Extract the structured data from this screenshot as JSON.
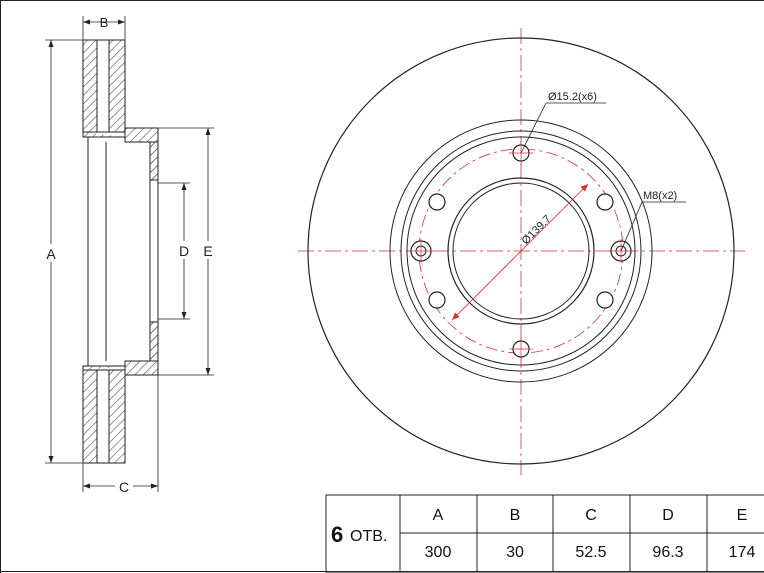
{
  "side_view": {
    "label_a": "A",
    "label_b": "B",
    "label_c": "C",
    "label_d": "D",
    "label_e": "E"
  },
  "front_view": {
    "hole_callout": "Ø15.2(x6)",
    "thread_callout": "M8(x2)",
    "pcd_callout": "Ø139.7"
  },
  "spec_table": {
    "holes_count": "6",
    "holes_unit": "ОТВ.",
    "headers": [
      "A",
      "B",
      "C",
      "D",
      "E"
    ],
    "values": [
      "300",
      "30",
      "52.5",
      "96.3",
      "174"
    ]
  },
  "colors": {
    "line": "#1a1a1a",
    "center_line": "#d0303a",
    "hatch": "#444444"
  }
}
